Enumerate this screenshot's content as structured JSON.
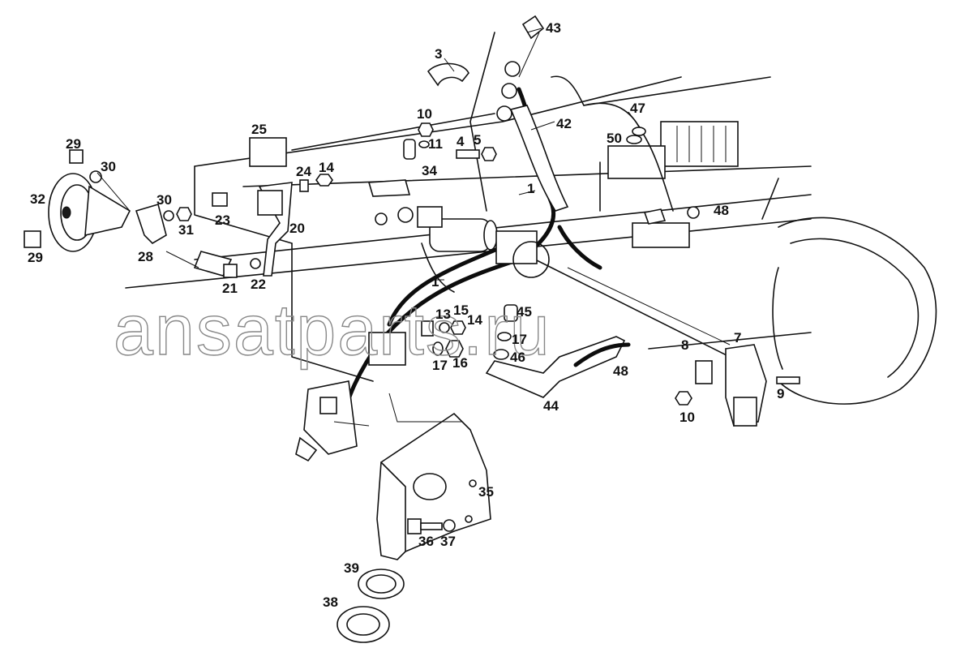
{
  "watermark": "ansatparts.ru",
  "callouts": [
    "43",
    "3",
    "42",
    "47",
    "10",
    "11",
    "4",
    "5",
    "50",
    "25",
    "24",
    "14",
    "29",
    "30",
    "34",
    "1",
    "48",
    "32",
    "30",
    "31",
    "23",
    "20",
    "28",
    "29",
    "21",
    "22",
    "1",
    "45",
    "13",
    "15",
    "14",
    "7",
    "17",
    "8",
    "17",
    "16",
    "46",
    "48",
    "9",
    "10",
    "44",
    "35",
    "36",
    "37",
    "39",
    "38"
  ]
}
